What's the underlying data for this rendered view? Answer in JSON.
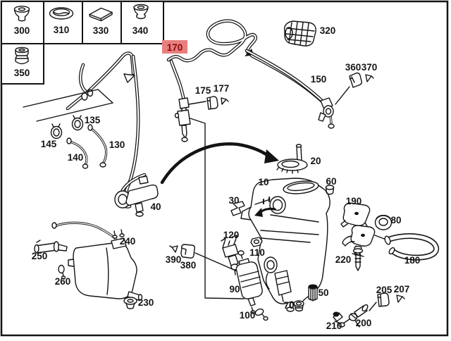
{
  "diagram_title": "windshield-washer-system-parts-diagram",
  "colors": {
    "hl_bg": "#e87f7f",
    "hl_text": "#8a0a0a",
    "ink": "#141414"
  },
  "highlighted_part": "170",
  "legend": {
    "cells": [
      {
        "label": "300",
        "icon": "grommet-icon"
      },
      {
        "label": "310",
        "icon": "cover-ring-icon"
      },
      {
        "label": "330",
        "icon": "pad-icon"
      },
      {
        "label": "340",
        "icon": "dome-grommet-icon"
      },
      {
        "label": "350",
        "icon": "plug-icon"
      }
    ]
  },
  "callouts": {
    "c10": "10",
    "c20": "20",
    "c30": "30",
    "c40": "40",
    "c50": "50",
    "c60": "60",
    "c70": "70",
    "c80": "80",
    "c90": "90",
    "c100": "100",
    "c110": "110",
    "c120": "120",
    "c130": "130",
    "c135": "135",
    "c140": "140",
    "c145": "145",
    "c150": "150",
    "c170": "170",
    "c175": "175",
    "c177": "177",
    "c180": "180",
    "c190": "190",
    "c200": "200",
    "c205": "205",
    "c207": "207",
    "c210": "210",
    "c220": "220",
    "c230": "230",
    "c240": "240",
    "c250": "250",
    "c260": "260",
    "c300": "300",
    "c310": "310",
    "c320": "320",
    "c330": "330",
    "c340": "340",
    "c350": "350",
    "c360": "360",
    "c370": "370",
    "c380": "380",
    "c390": "390"
  }
}
